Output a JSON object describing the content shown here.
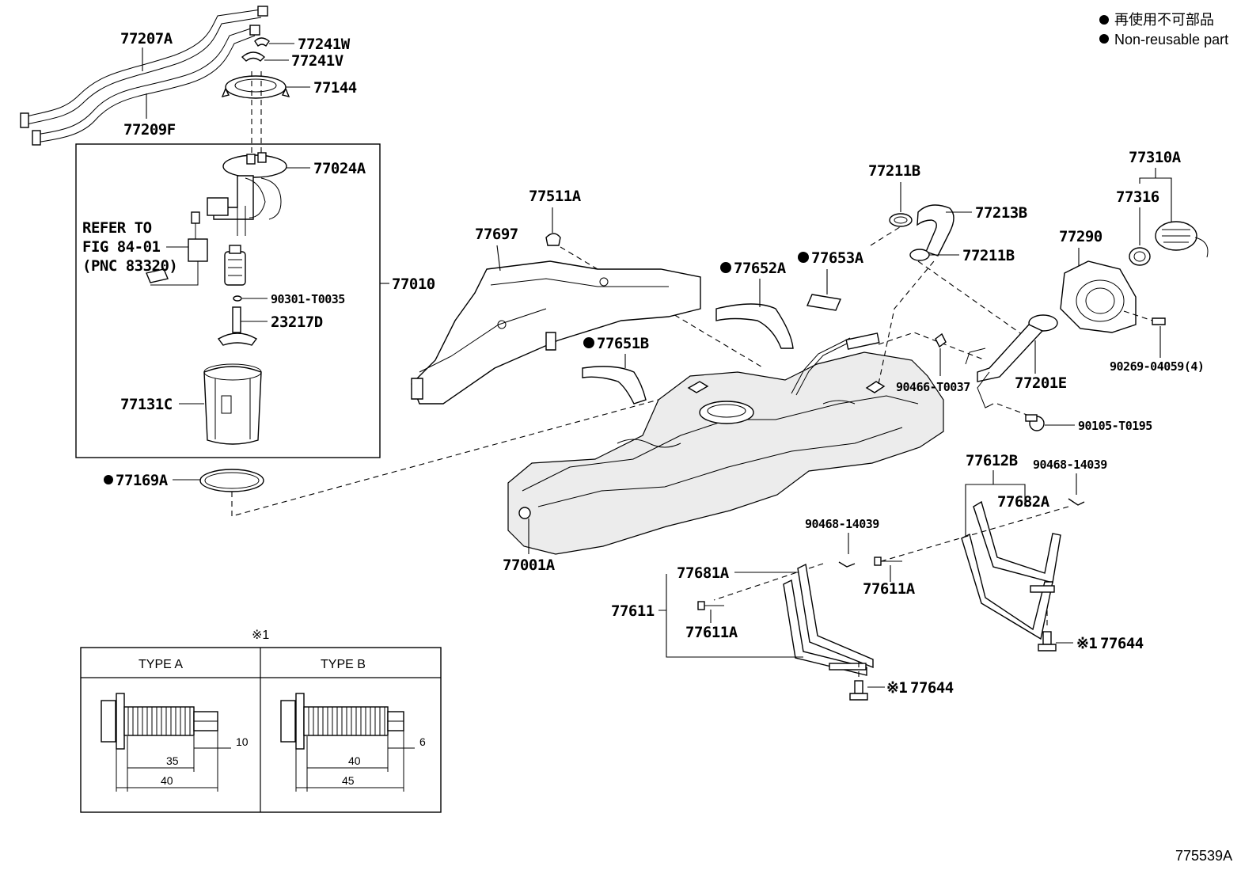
{
  "legend": [
    {
      "text": "再使用不可部品"
    },
    {
      "text": "Non-reusable part"
    }
  ],
  "diagram_id": "775539A",
  "refer_note": [
    "REFER TO",
    "FIG 84-01",
    "(PNC 83320)"
  ],
  "parts": {
    "p77207A": "77207A",
    "p77209F": "77209F",
    "p77241W": "77241W",
    "p77241V": "77241V",
    "p77144": "77144",
    "p77024A": "77024A",
    "p90301": "90301-T0035",
    "p23217D": "23217D",
    "p77131C": "77131C",
    "p77010": "77010",
    "p77169A": "77169A",
    "p77511A": "77511A",
    "p77697": "77697",
    "p77652A": "77652A",
    "p77653A": "77653A",
    "p77651B": "77651B",
    "p77211B_top": "77211B",
    "p77213B": "77213B",
    "p77211B_bot": "77211B",
    "p77310A": "77310A",
    "p77316": "77316",
    "p77290": "77290",
    "p90466": "90466-T0037",
    "p77201E": "77201E",
    "p90269": "90269-04059(4)",
    "p90105": "90105-T0195",
    "p77001A": "77001A",
    "p77612B": "77612B",
    "p90468_r": "90468-14039",
    "p77682A": "77682A",
    "p90468_m": "90468-14039",
    "p77681A": "77681A",
    "p77611A_r": "77611A",
    "p77611": "77611",
    "p77611A_l": "77611A",
    "p77644_r": "77644",
    "p77644_b": "77644"
  },
  "marks": {
    "ref1": "※1",
    "ref_prefix": "※1"
  },
  "detail_table": {
    "type_a": {
      "header": "TYPE A",
      "dims": {
        "a": "10",
        "b": "35",
        "c": "40"
      }
    },
    "type_b": {
      "header": "TYPE B",
      "dims": {
        "a": "6",
        "b": "40",
        "c": "45"
      }
    }
  }
}
